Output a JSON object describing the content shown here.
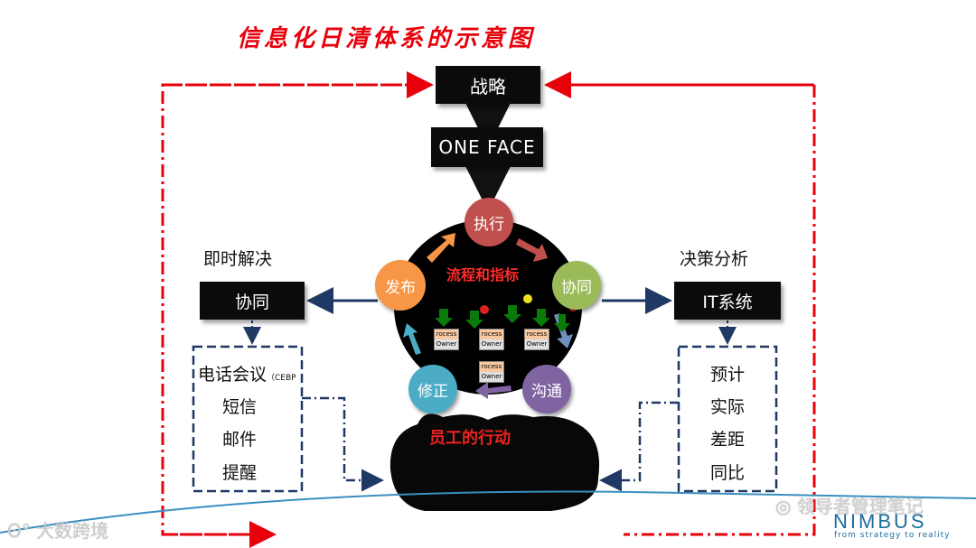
{
  "title": "信息化日清体系的示意图",
  "boxes": {
    "strategy": "战略",
    "one_face": "ONE  FACE",
    "xietong": "协同",
    "it_system": "IT系统"
  },
  "left_label": "即时解决",
  "right_label": "决策分析",
  "left_list": {
    "line1": "电话会议",
    "line1_sub": "（CEBP",
    "items": [
      "短信",
      "邮件",
      "提醒"
    ]
  },
  "right_list": [
    "预计",
    "实际",
    "差距",
    "同比"
  ],
  "cycle": {
    "exec": "执行",
    "publish": "发布",
    "collab": "协同",
    "fix": "修正",
    "communicate": "沟通",
    "center": "流程和指标"
  },
  "process_boxes": {
    "top": "rocess",
    "bottom": "Owner"
  },
  "staff_label": "员工的行动",
  "watermark_left": "大数跨境",
  "watermark_right": "领导者管理笔记",
  "brand": {
    "name": "NIMBUS",
    "tagline": "from strategy to reality"
  },
  "colors": {
    "title_red": "#e8000b",
    "dash_red": "#e8000b",
    "navy": "#1f3864",
    "exec": "#c0504d",
    "publish": "#f79646",
    "collab": "#9bbb59",
    "fix": "#4bacc6",
    "communicate": "#8064a2"
  }
}
